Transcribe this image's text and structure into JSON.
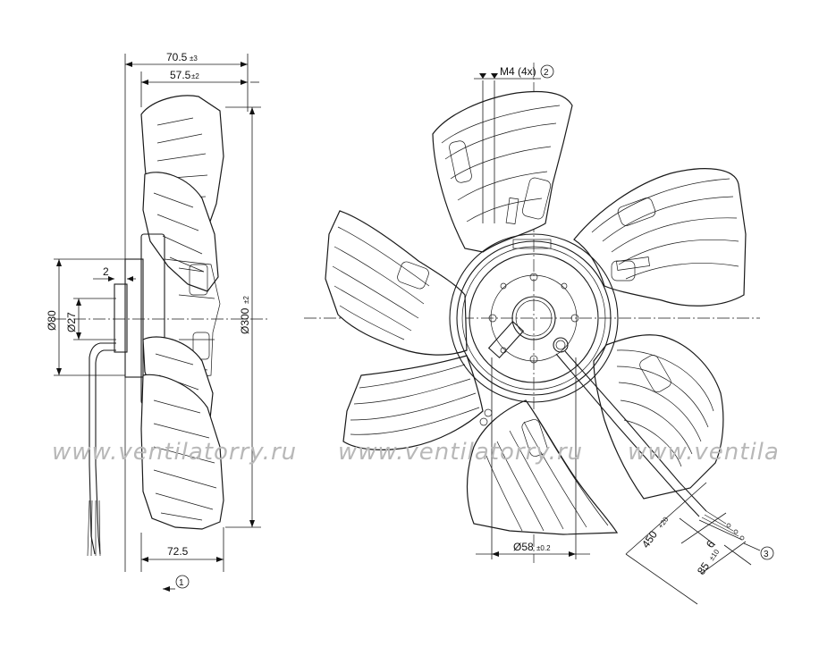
{
  "dimensions": {
    "width_total": "70.5",
    "width_total_tol": "±3",
    "width_inner": "57.5",
    "width_inner_tol": "±2",
    "shaft_offset": "2",
    "dia_80": "Ø80",
    "dia_27": "Ø27",
    "dia_300": "Ø300",
    "dia_300_tol": "±2",
    "bottom_width": "72.5",
    "hub_dia": "Ø58",
    "hub_dia_tol": "±0.2",
    "screw_label": "M4 (4x)",
    "cable_length": "450",
    "cable_length_tol": "+20",
    "wire_strip": "6",
    "wire_length": "85",
    "wire_length_tol": "±10"
  },
  "callouts": {
    "c1": "1",
    "c2": "2",
    "c3": "3"
  },
  "watermark": {
    "w1": "www.ventilatorry.ru",
    "w2": "www.ventilatorry.ru",
    "w3": "www.ventila"
  }
}
